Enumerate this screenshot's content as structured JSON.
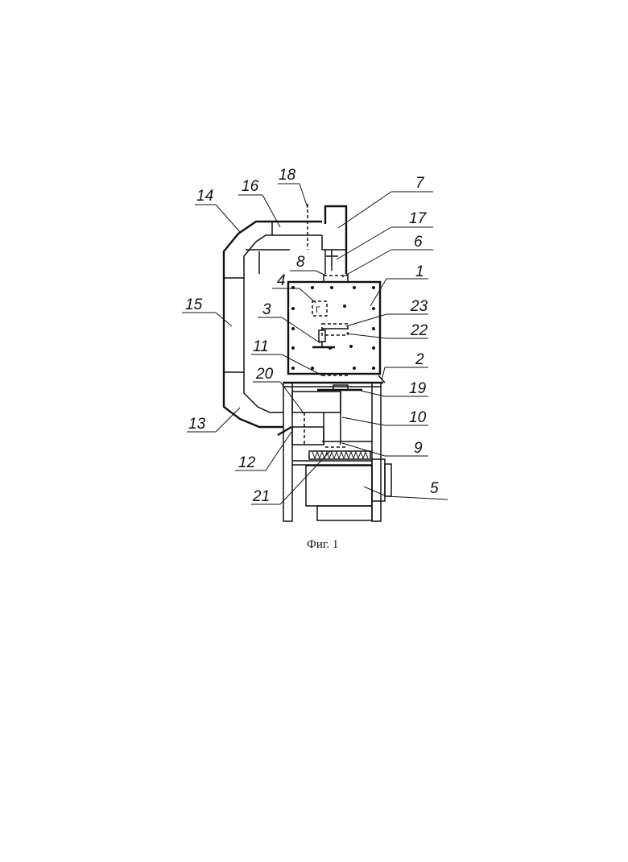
{
  "figure": {
    "caption": "Фиг. 1",
    "box_letter": "Г",
    "labels": {
      "n1": "1",
      "n2": "2",
      "n3": "3",
      "n4": "4",
      "n5": "5",
      "n6": "6",
      "n7": "7",
      "n8": "8",
      "n9": "9",
      "n10": "10",
      "n11": "11",
      "n12": "12",
      "n13": "13",
      "n14": "14",
      "n15": "15",
      "n16": "16",
      "n17": "17",
      "n18": "18",
      "n19": "19",
      "n20": "20",
      "n21": "21",
      "n22": "22",
      "n23": "23"
    }
  }
}
